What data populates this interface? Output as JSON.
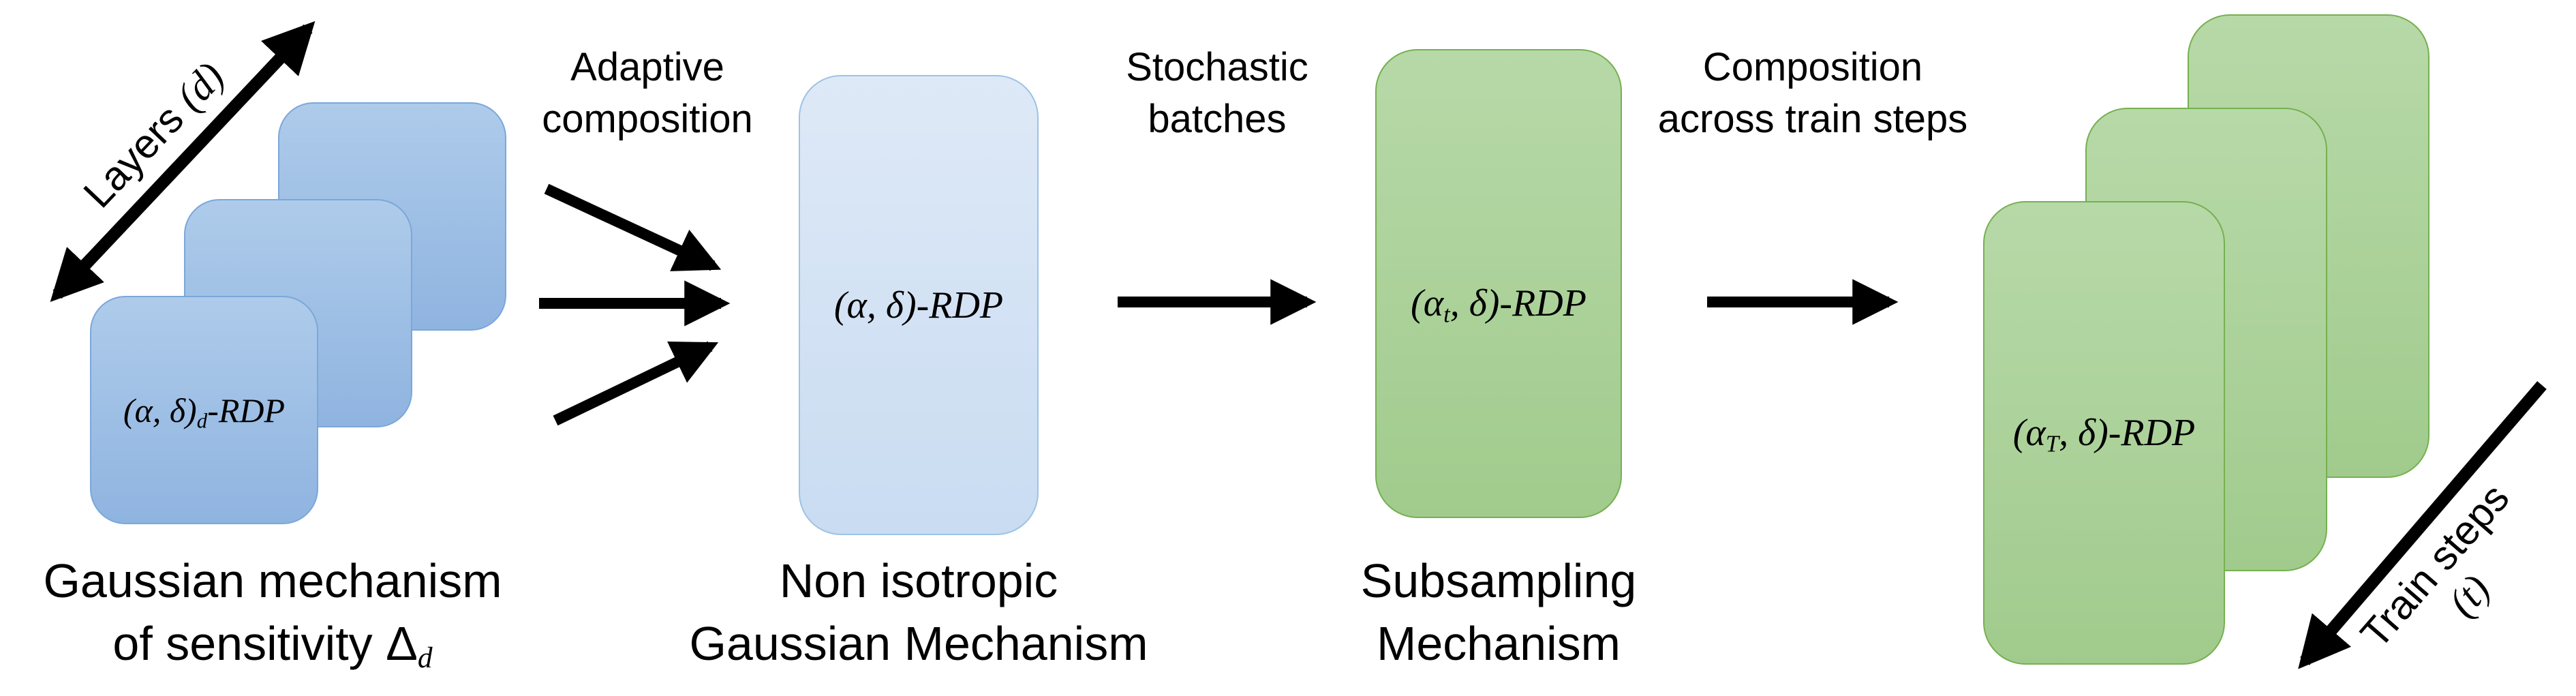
{
  "theme": {
    "background": "#FFFFFF",
    "text_color": "#000000",
    "arrow_color": "#000000",
    "blue_fill_top": "#AECBEA",
    "blue_fill_bottom": "#8FB4E0",
    "blue_border": "#7BA7DB",
    "pale_blue_fill_top": "#DEE9F7",
    "pale_blue_fill_bottom": "#C9DCF1",
    "pale_blue_border": "#9CC3E5",
    "green_fill_top": "#B7D9A8",
    "green_fill_bottom": "#A1CB8D",
    "green_border": "#76B050"
  },
  "axes": {
    "layers": {
      "pre": "Layers ",
      "math": "(d)"
    },
    "train_steps": {
      "line1": "Train steps",
      "math": "(t)"
    }
  },
  "stages": {
    "gaussian": {
      "badge": {
        "pre": "(α, δ)",
        "sub": "d",
        "post": "-RDP"
      },
      "caption_line1": "Gaussian mechanism",
      "caption_line2_pre": "of sensitivity ",
      "caption_line2_delta": "Δ",
      "caption_line2_sub": "d"
    },
    "non_isotropic": {
      "badge": {
        "pre": "(α, δ)",
        "sub": "",
        "post": "-RDP"
      },
      "caption_line1": "Non isotropic",
      "caption_line2": "Gaussian Mechanism"
    },
    "subsampling": {
      "badge": {
        "pre": "(α",
        "sub": "t",
        "post": ", δ)-RDP"
      },
      "caption_line1": "Subsampling",
      "caption_line2": "Mechanism"
    },
    "composed": {
      "badge": {
        "pre": "(α",
        "sub": "T",
        "post": ", δ)-RDP"
      }
    }
  },
  "transitions": {
    "adaptive": {
      "line1": "Adaptive",
      "line2": "composition"
    },
    "stochastic": {
      "line1": "Stochastic",
      "line2": "batches"
    },
    "composition": {
      "line1": "Composition",
      "line2": "across train steps"
    }
  }
}
